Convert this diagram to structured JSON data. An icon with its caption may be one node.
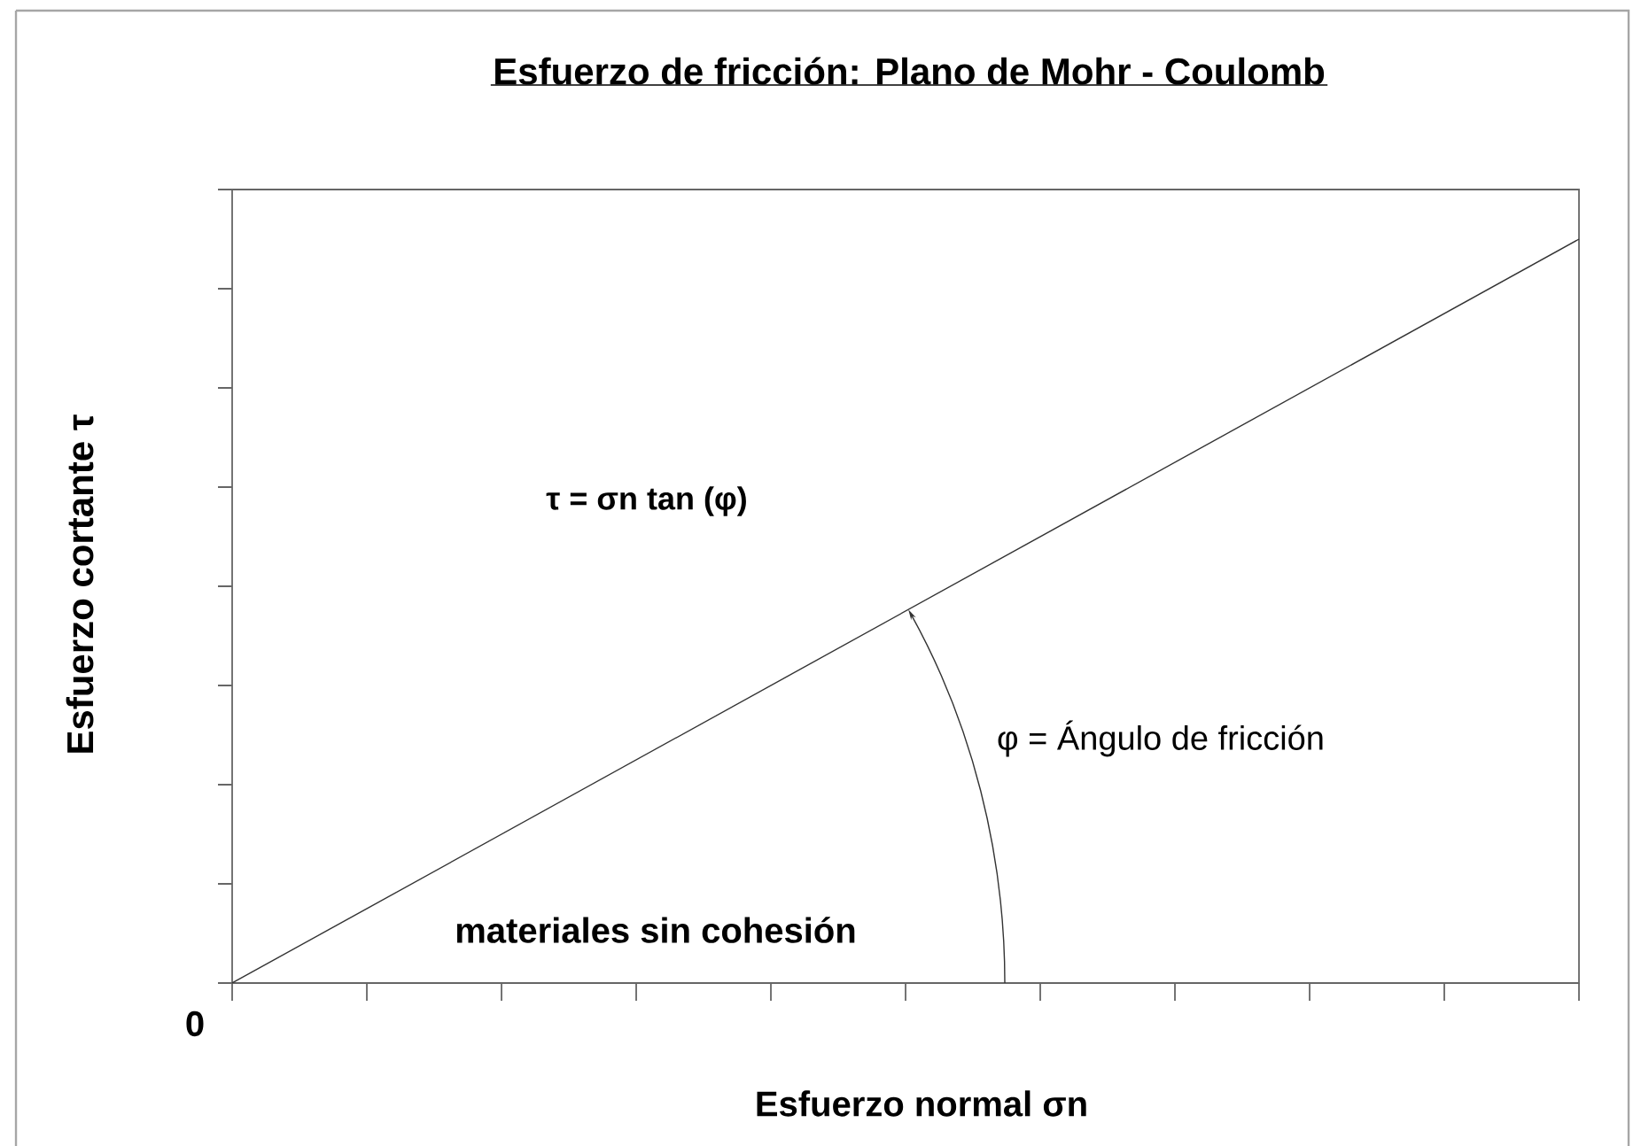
{
  "diagram": {
    "title": "Esfuerzo de fricción: Plano de Mohr - Coulomb",
    "labels": [
      "Esfuerzo cortante τ",
      "τ = σn tan (φ)",
      "φ = Ángulo de fricción",
      "materiales sin cohesión",
      "0",
      "Esfuerzo normal σn"
    ]
  }
}
